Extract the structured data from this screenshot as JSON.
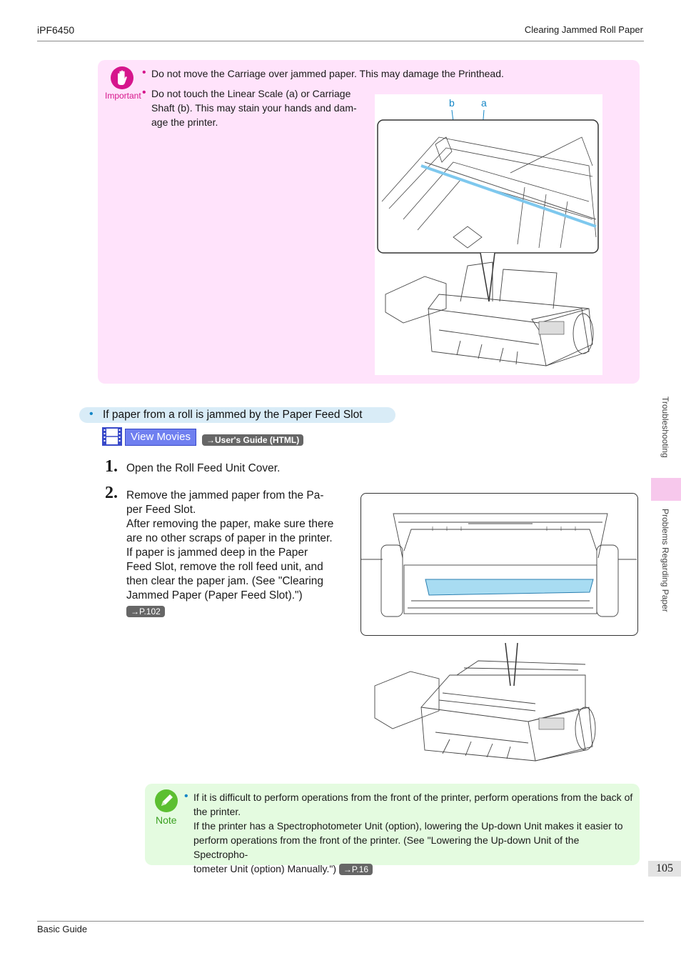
{
  "header": {
    "model": "iPF6450",
    "section_title": "Clearing Jammed Roll Paper"
  },
  "important": {
    "label": "Important",
    "items": [
      "Do not move the Carriage over jammed paper. This may damage the Printhead.",
      [
        "Do not touch the Linear Scale (a) or Carriage",
        "Shaft (b). This may stain your hands and dam-",
        "age the printer."
      ]
    ],
    "figure_labels": {
      "b": "b",
      "a": "a"
    }
  },
  "section": {
    "heading": "If paper from a roll is jammed by the Paper Feed Slot",
    "view_movies": "View Movies",
    "users_guide_ref": "→User's Guide (HTML)"
  },
  "steps": [
    {
      "num": "1.",
      "lines": [
        "Open the Roll Feed Unit Cover."
      ]
    },
    {
      "num": "2.",
      "lines": [
        "Remove the jammed paper from the Pa-",
        "per Feed Slot.",
        "After removing the paper, make sure there",
        "are no other scraps of paper in the printer.",
        "If paper is jammed deep in the Paper",
        "Feed Slot, remove the roll feed unit, and",
        "then clear the paper jam.  (See \"Clearing",
        "Jammed Paper (Paper Feed Slot).\")"
      ],
      "ref": "→P.102"
    }
  ],
  "note": {
    "label": "Note",
    "lines": [
      "If it is difficult to perform operations from the front of the printer, perform operations from the back of",
      "the printer.",
      "If the printer has a Spectrophotometer Unit (option), lowering the Up-down Unit makes it easier to",
      "perform operations from the front of the printer.  (See \"Lowering the Up-down Unit of the Spectropho-",
      "tometer Unit (option) Manually.\")"
    ],
    "ref": "→P.16"
  },
  "side": {
    "tab1": "Troubleshooting",
    "tab2": "Problems Regarding Paper",
    "page_number": "105"
  },
  "footer": {
    "text": "Basic Guide"
  },
  "colors": {
    "important_bg": "#ffe3fb",
    "important_accent": "#d6168c",
    "note_bg": "#e4fbe0",
    "note_accent": "#5cbf31",
    "blue_bar": "#d9ecf7"
  }
}
